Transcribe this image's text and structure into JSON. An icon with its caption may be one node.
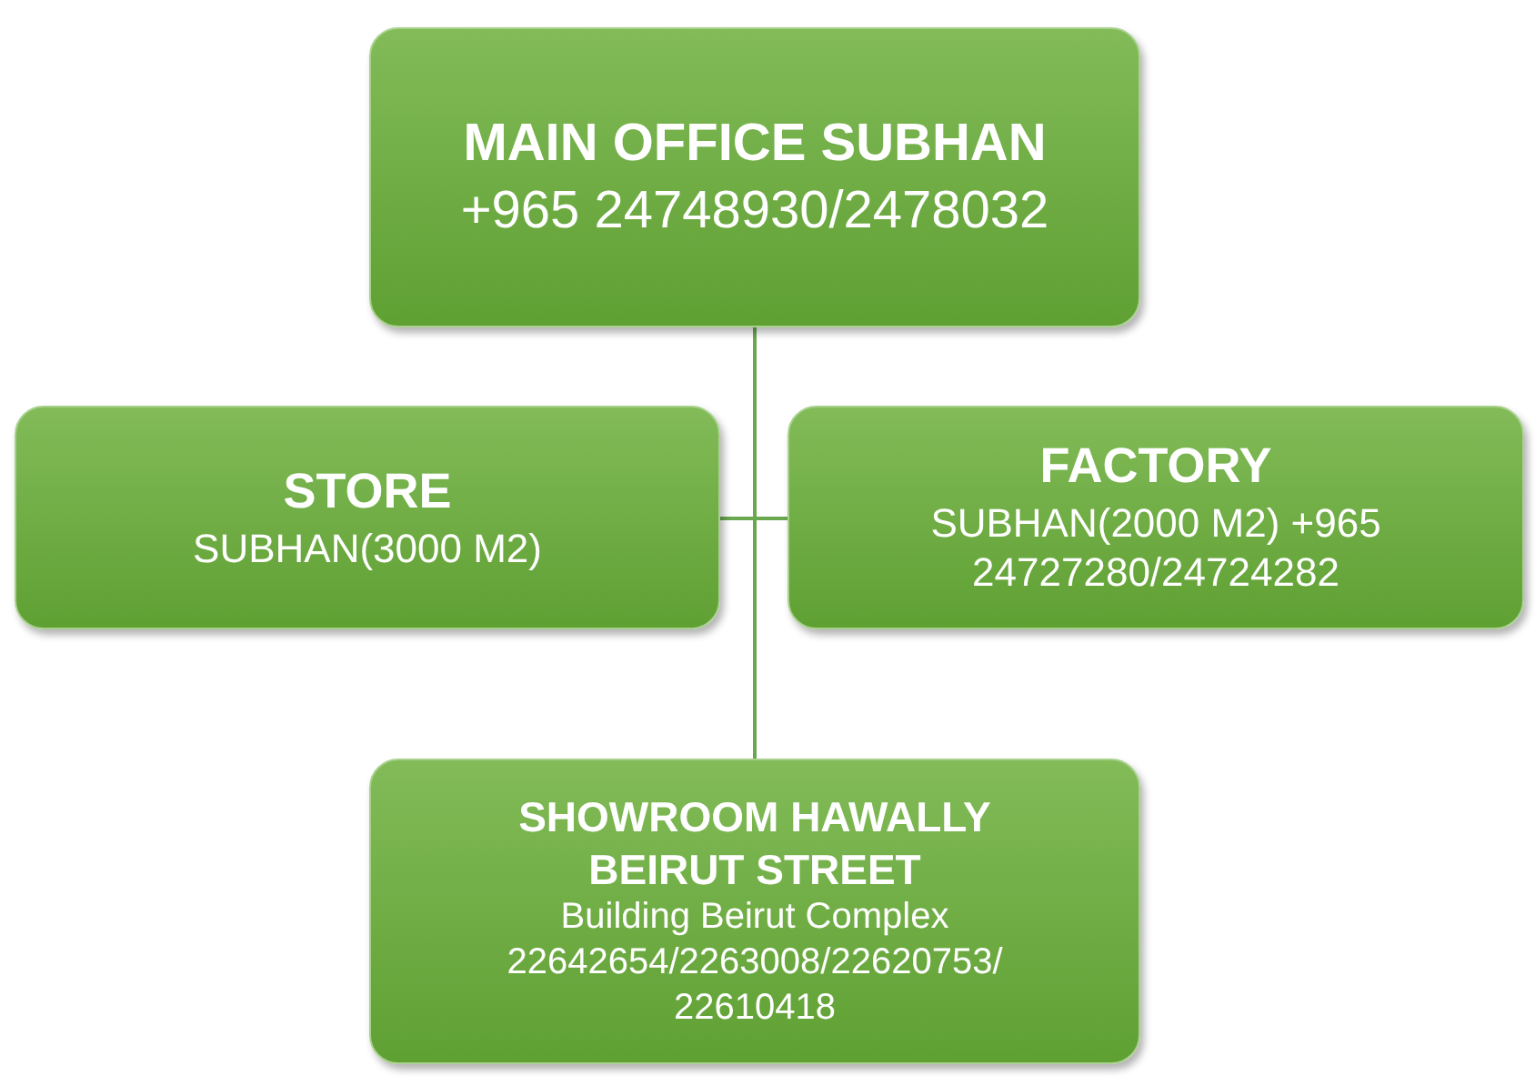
{
  "diagram": {
    "nodes": [
      {
        "text": [
          "MAIN OFFICE SUBHAN",
          "+965 24748930/2478032"
        ]
      },
      {
        "text": [
          "STORE",
          "SUBHAN(3000 M2)"
        ]
      },
      {
        "text": [
          "FACTORY",
          "SUBHAN(2000 M2) +965 24727280/24724282"
        ]
      },
      {
        "text": [
          "SHOWROOM HAWALLY BEIRUT STREET",
          "Building Beirut Complex 22642654/2263008/22620753/ 22610418"
        ]
      }
    ],
    "edges": [
      {
        "from": 0,
        "to": 1,
        "arrow": "none"
      },
      {
        "from": 0,
        "to": 2,
        "arrow": "none"
      },
      {
        "from": 0,
        "to": 3,
        "arrow": "none"
      }
    ]
  }
}
